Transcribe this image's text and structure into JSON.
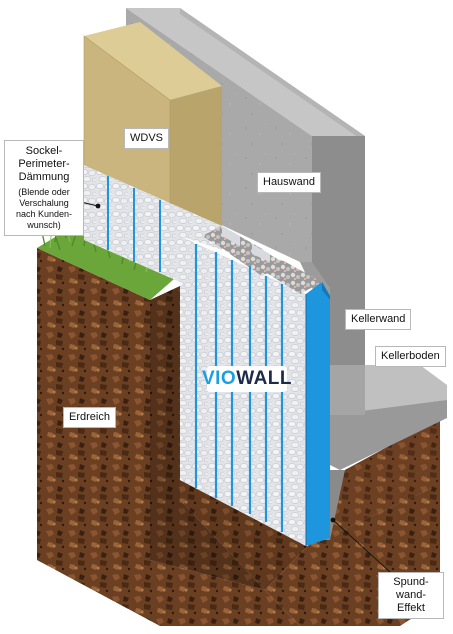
{
  "labels": {
    "wdvs": "WDVS",
    "hauswand": "Hauswand",
    "kellerwand": "Kellerwand",
    "kellerboden": "Kellerboden",
    "erdreich": "Erdreich",
    "sockel_main": "Sockel-\nPerimeter-\nDämmung",
    "sockel_sub": "(Blende oder\nVerschalung\nnach Kunden-\nwunsch)",
    "spund": "Spund-\nwand-\nEffekt"
  },
  "brand": {
    "part1": "VIO",
    "part2": "WALL",
    "accent": "#1a9fe0",
    "dark": "#1d2a4a"
  },
  "colors": {
    "concrete_front": "#a9a9a9",
    "concrete_side": "#8e8e8e",
    "concrete_top": "#c4c4c4",
    "wdvs_front": "#c8b47c",
    "wdvs_top": "#dccb94",
    "wdvs_side": "#a89460",
    "insulation": "#e4e6ea",
    "stripe_blue": "#1e96de",
    "soil": "#6b3f22",
    "soil_dark": "#3e2412",
    "grass": "#6aa63a"
  }
}
